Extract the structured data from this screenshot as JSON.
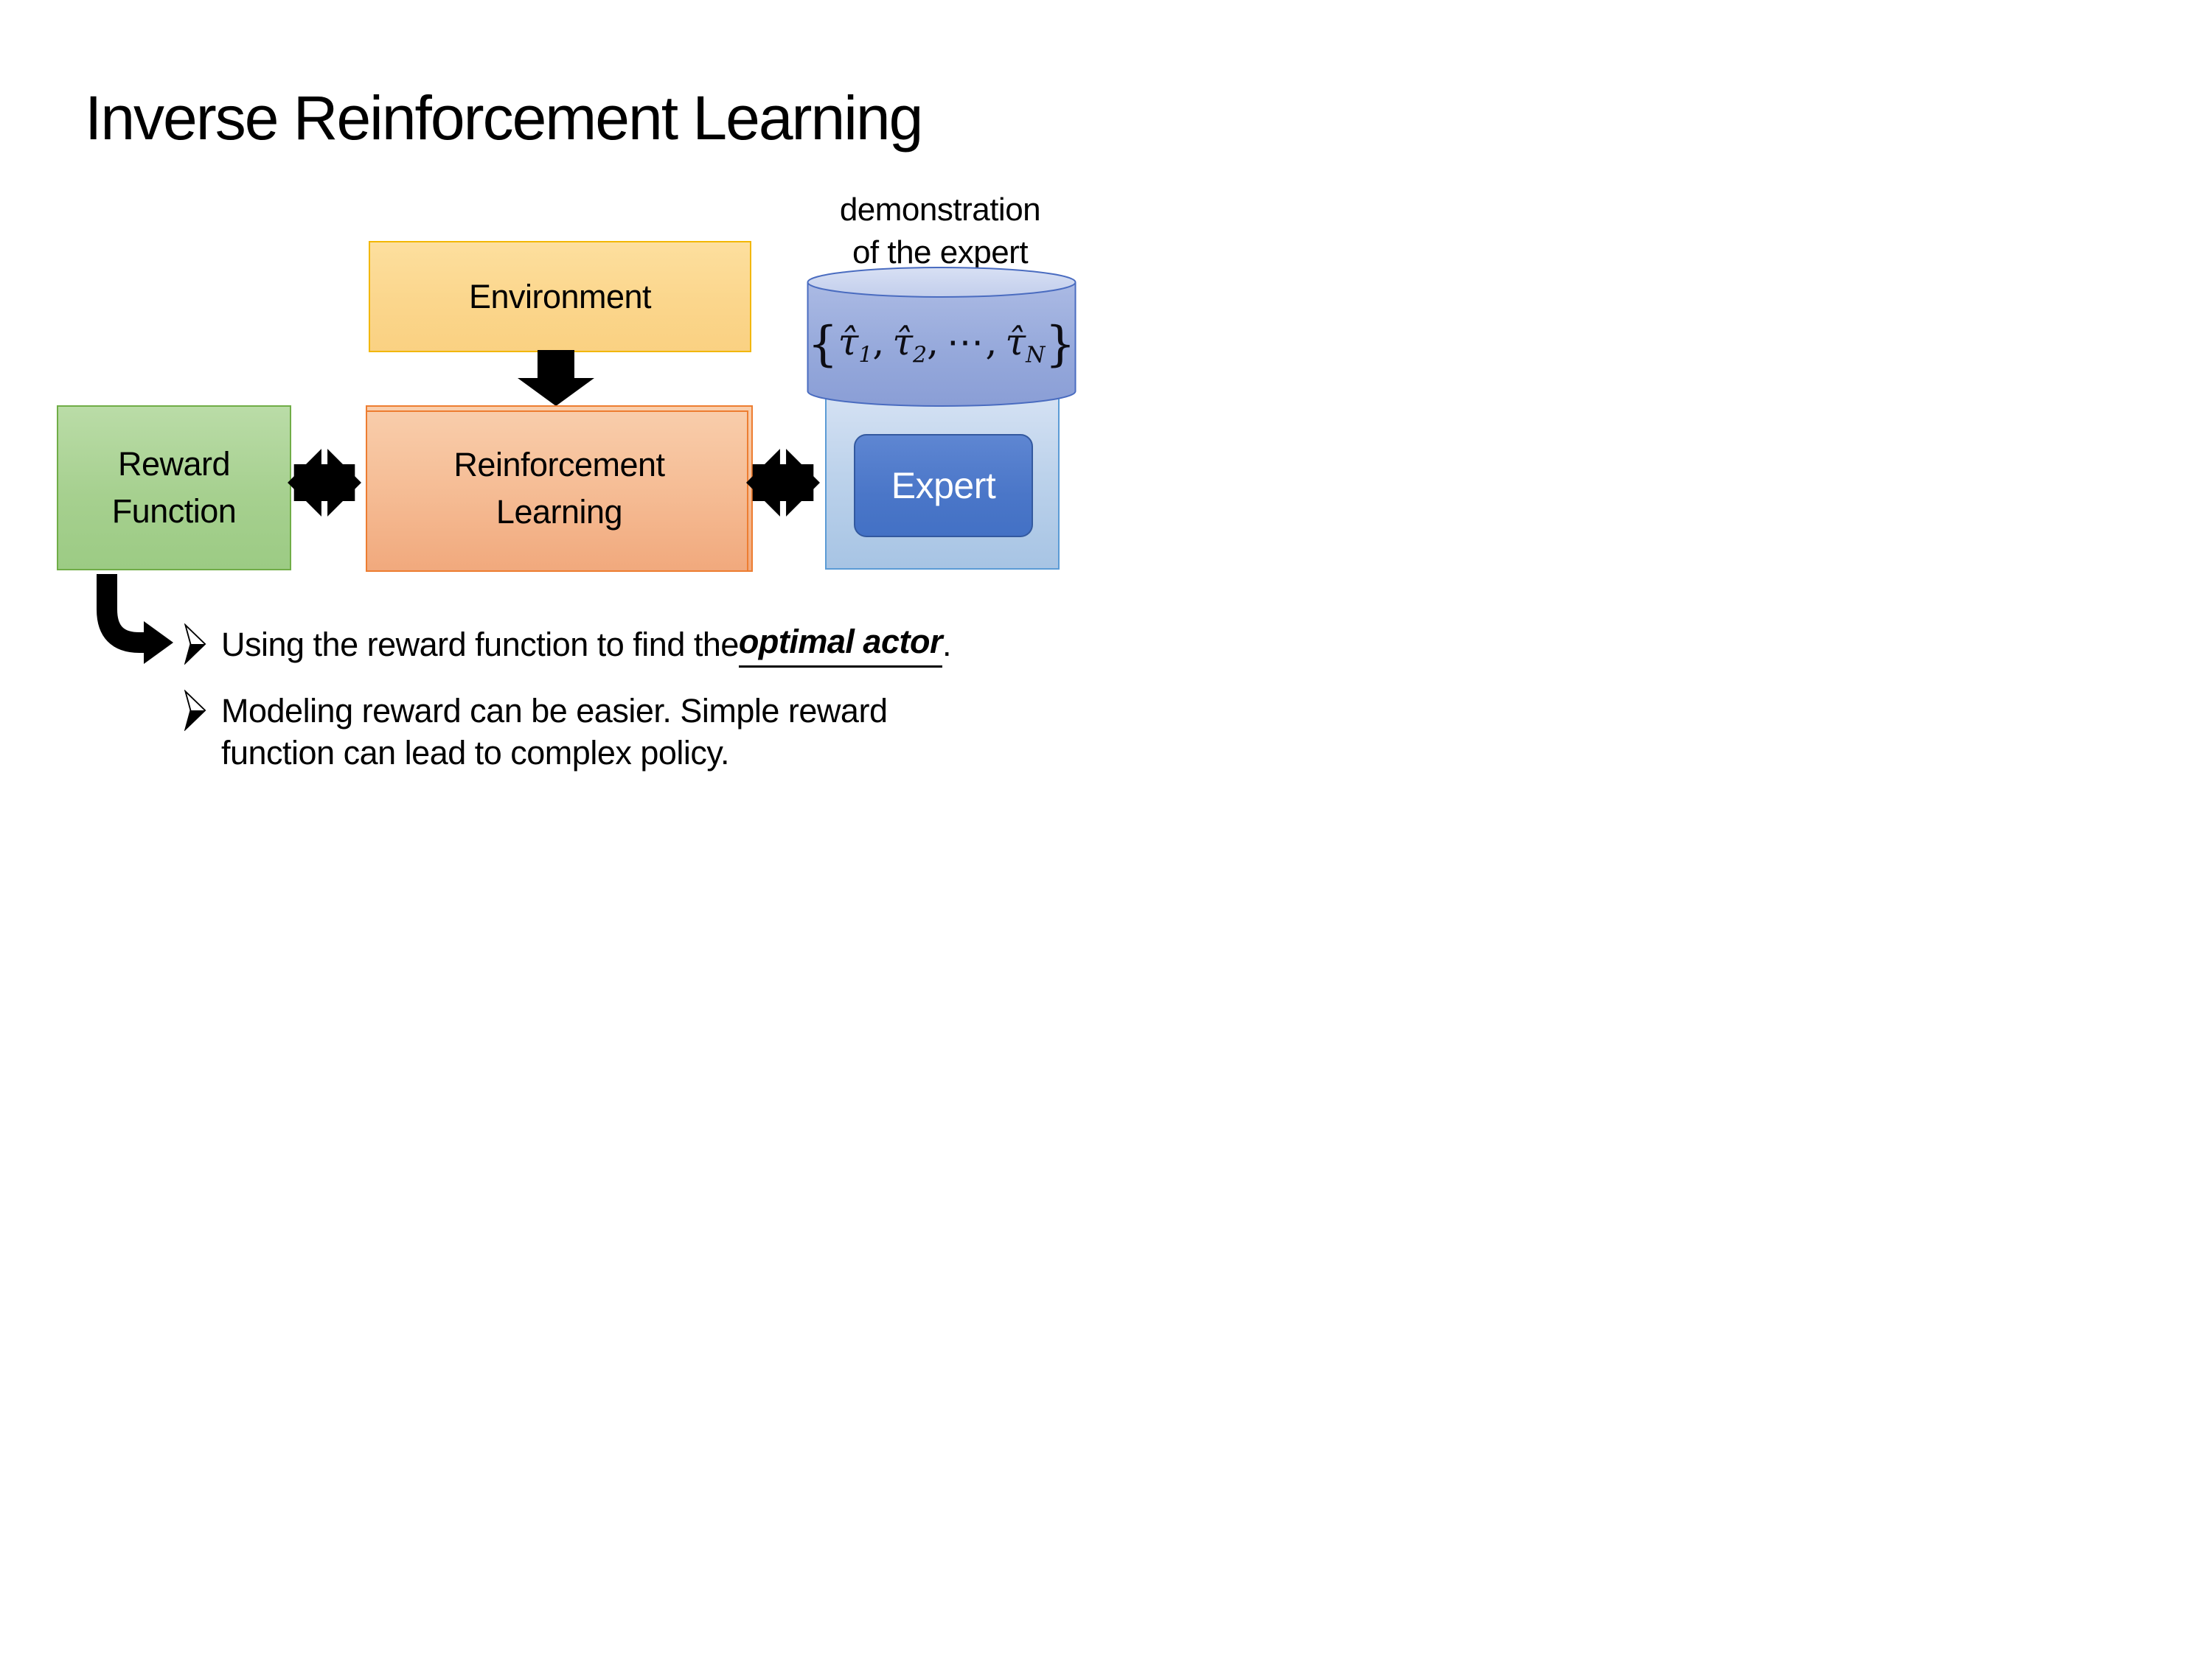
{
  "slide": {
    "title": "Inverse Reinforcement Learning"
  },
  "diagram": {
    "environment": {
      "label": "Environment"
    },
    "reward_function": {
      "label_line1": "Reward",
      "label_line2": "Function"
    },
    "reinforcement_learning": {
      "label_line1": "Reinforcement",
      "label_line2": "Learning"
    },
    "expert": {
      "label": "Expert"
    },
    "demonstration": {
      "label_line1": "demonstration",
      "label_line2": "of the expert"
    },
    "trajectory_set": {
      "open_brace": "{",
      "tau1": "τ̂",
      "sub1": "1",
      "comma1": ",",
      "tau2": "τ̂",
      "sub2": "2",
      "comma2": ",",
      "dots": "⋯",
      "comma3": ",",
      "tauN": "τ̂",
      "subN": "N",
      "close_brace": "}"
    }
  },
  "bullets": {
    "item1": {
      "pre": "Using the reward function to find the ",
      "emphasis": "optimal actor",
      "post": "."
    },
    "item2": {
      "line1": "Modeling reward can be easier. Simple reward",
      "line2": "function can lead to complex policy."
    }
  },
  "colors": {
    "environment_fill": "#FBD68C",
    "environment_border": "#F2B705",
    "reward_fill": "#A6D08F",
    "reward_border": "#70AD47",
    "rl_fill": "#F5BB93",
    "rl_border": "#ED7D31",
    "expert_container_fill": "#BCD2EB",
    "expert_container_border": "#5B9BD5",
    "expert_fill": "#4A76C8",
    "expert_border": "#33599F",
    "cylinder_fill": "#93A6DA",
    "cylinder_top_fill": "#CDD7F0",
    "cylinder_border": "#4A6CC0",
    "arrow_color": "#000000",
    "text_color": "#000000"
  }
}
